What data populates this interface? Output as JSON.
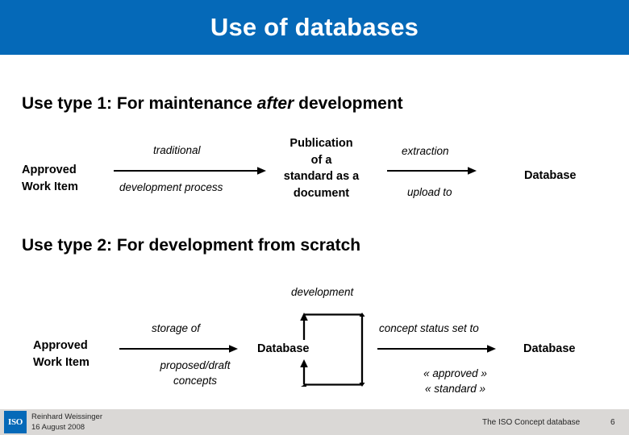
{
  "slide": {
    "title": "Use of databases",
    "title_bar_color": "#0569b8",
    "background_color": "#ffffff"
  },
  "sections": [
    {
      "id": "use-type-1",
      "heading_prefix": "Use type 1: For maintenance ",
      "heading_emphasis": "after",
      "heading_suffix": " development",
      "diagram": {
        "nodes": [
          {
            "id": "approved-work-item",
            "label": "Approved\nWork Item"
          },
          {
            "id": "publication",
            "label": "Publication\nof a\nstandard as a\ndocument"
          },
          {
            "id": "database",
            "label": "Database"
          }
        ],
        "edges": [
          {
            "id": "edge-development-process",
            "from": "approved-work-item",
            "to": "publication",
            "label_above": "traditional",
            "label_below": "development process"
          },
          {
            "id": "edge-extraction",
            "from": "publication",
            "to": "database",
            "label_above": "extraction",
            "label_below": "upload to"
          }
        ]
      }
    },
    {
      "id": "use-type-2",
      "heading_prefix": "Use type 2: For development from scratch",
      "heading_emphasis": "",
      "heading_suffix": "",
      "diagram": {
        "nodes": [
          {
            "id": "approved-work-item-2",
            "label": "Approved\nWork Item"
          },
          {
            "id": "database-1",
            "label": "Database"
          },
          {
            "id": "database-2",
            "label": "Database"
          }
        ],
        "edges": [
          {
            "id": "edge-storage-of",
            "from": "approved-work-item-2",
            "to": "database-1",
            "label_above": "storage of",
            "label_below": "proposed/draft\nconcepts"
          },
          {
            "id": "edge-development-loop",
            "from": "database-1",
            "to": "database-1",
            "label_above": "development",
            "label_below": ""
          },
          {
            "id": "edge-concept-status",
            "from": "database-1",
            "to": "database-2",
            "label_above": "concept status set to",
            "label_below": "« approved »\n« standard »"
          }
        ]
      }
    }
  ],
  "footer": {
    "logo_text": "ISO",
    "author": "Reinhard Weissinger",
    "date": "16 August 2008",
    "presentation_title": "The ISO Concept database",
    "page_number": "6",
    "background_color": "#dad8d6"
  }
}
